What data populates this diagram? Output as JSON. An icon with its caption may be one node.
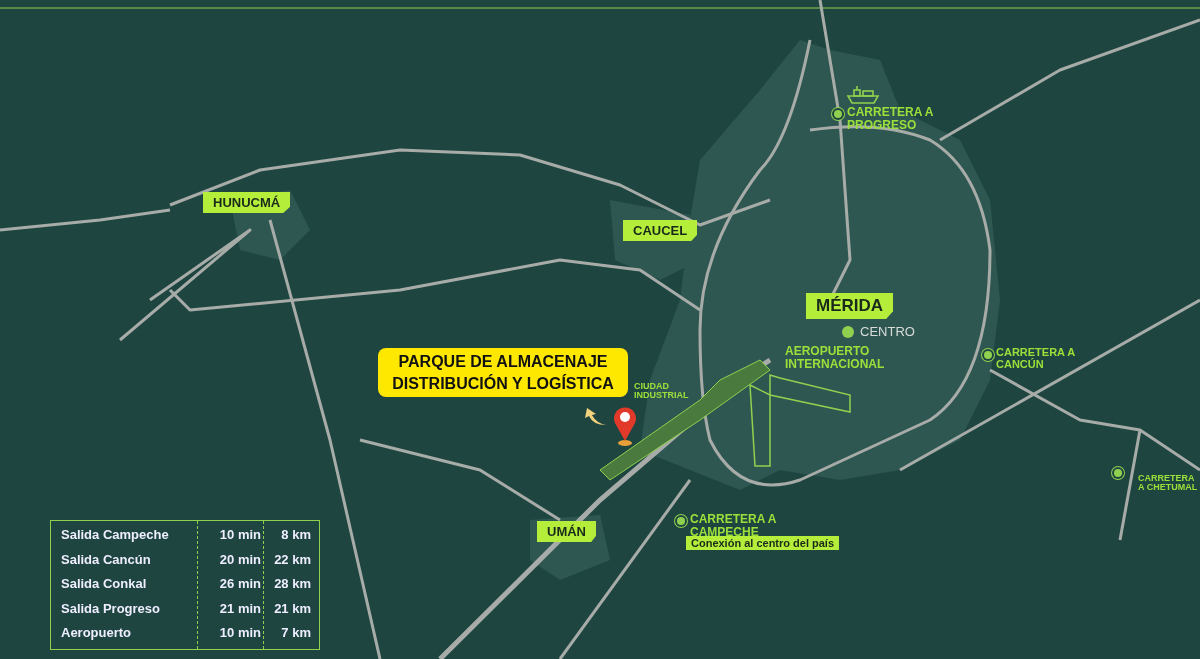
{
  "diagram": {
    "nodes": [
      {
        "text": [
          "HUNUCMÁ"
        ]
      },
      {
        "text": [
          "CAUCEL"
        ]
      },
      {
        "text": [
          "MÉRIDA"
        ]
      },
      {
        "text": [
          "UMÁN"
        ]
      },
      {
        "text": [
          "PARQUE DE ALMACENAJE DISTRIBUCIÓN Y LOGÍSTICA"
        ]
      },
      {
        "text": [
          "Conexión al centro del país"
        ]
      }
    ],
    "edges": [],
    "labels": [
      "CARRETERA A PROGRESO",
      "CENTRO",
      "CARRETERA A CANCÚN",
      "CIUDAD INDUSTRIAL",
      "AEROPUERTO INTERNACIONAL",
      "CARRETERA A CHETUMAL",
      "CARRETERA A CAMPECHE",
      "Salida Campeche",
      "10 min",
      "8 km",
      "Salida Cancún",
      "20 min",
      "22 km",
      "Salida Conkal",
      "26 min",
      "28 km",
      "Salida Progreso",
      "21 min",
      "21 km",
      "Aeropuerto",
      "10 min",
      "7 km"
    ]
  }
}
